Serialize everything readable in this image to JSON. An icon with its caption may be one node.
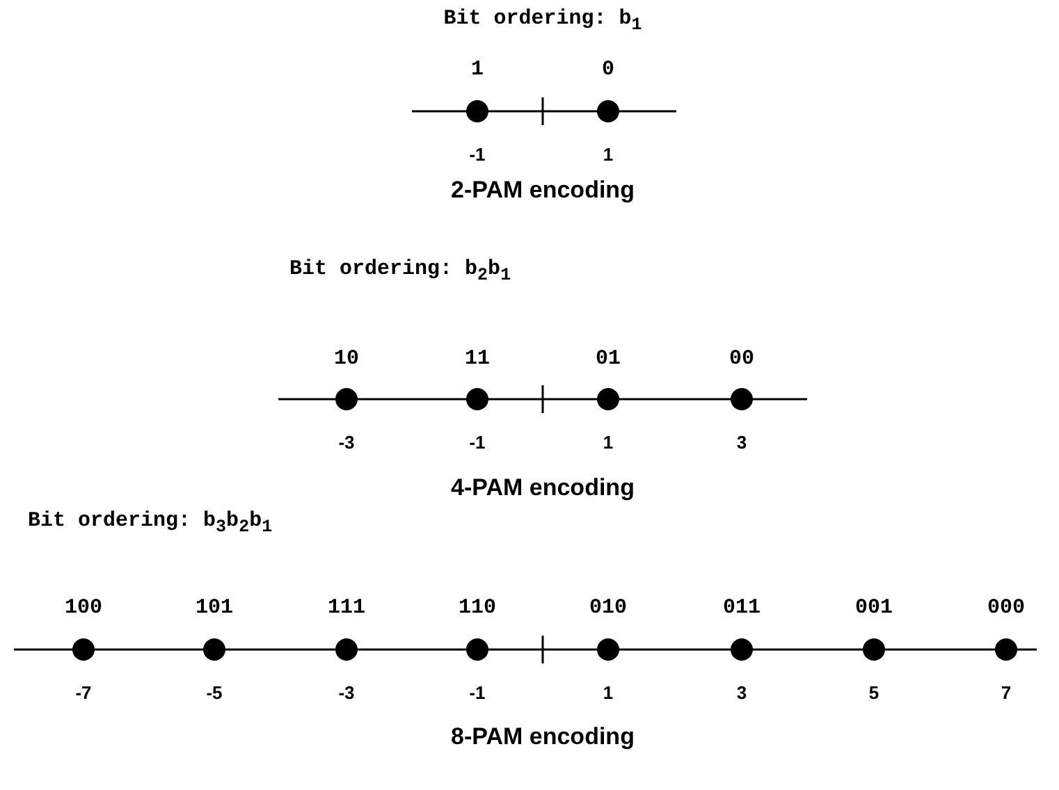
{
  "diagram": {
    "labels": [
      "Bit ordering: b$_{1}$",
      "1",
      "0",
      "-1",
      "1",
      "2-PAM encoding",
      "Bit ordering: b$_{2}$b$_{1}$",
      "10",
      "11",
      "01",
      "00",
      "-3",
      "-1",
      "1",
      "3",
      "4-PAM encoding",
      "Bit ordering: b$_{3}$b$_{2}$b$_{1}$",
      "100",
      "101",
      "111",
      "110",
      "010",
      "011",
      "001",
      "000",
      "-7",
      "-5",
      "-3",
      "-1",
      "1",
      "3",
      "5",
      "7",
      "8-PAM encoding"
    ]
  }
}
